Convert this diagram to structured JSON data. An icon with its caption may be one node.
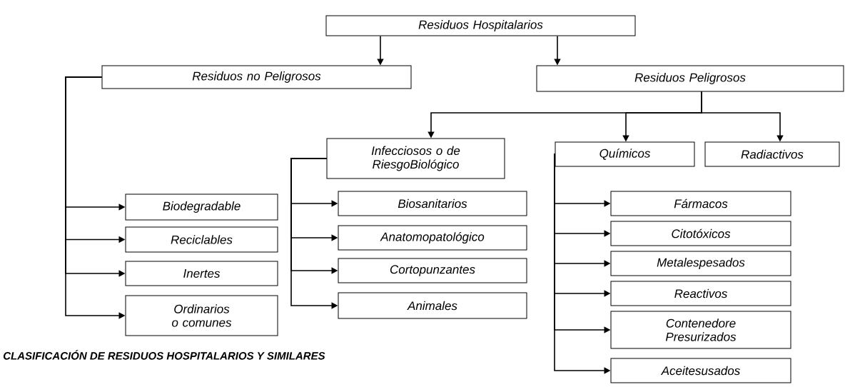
{
  "diagram": {
    "caption": "CLASIFICACIÓN DE RESIDUOS HOSPITALARIOS Y SIMILARES",
    "nodes": [
      {
        "text": [
          "Residuos Hospitalarios"
        ]
      },
      {
        "text": [
          "Residuos no Peligrosos"
        ]
      },
      {
        "text": [
          "Residuos Peligrosos"
        ]
      },
      {
        "text": [
          "Infecciosos o de RiesgoBiológico"
        ]
      },
      {
        "text": [
          "Químicos"
        ]
      },
      {
        "text": [
          "Radiactivos"
        ]
      },
      {
        "text": [
          "Biodegradable"
        ]
      },
      {
        "text": [
          "Reciclables"
        ]
      },
      {
        "text": [
          "Inertes"
        ]
      },
      {
        "text": [
          "Ordinarios o comunes"
        ]
      },
      {
        "text": [
          "Biosanitarios"
        ]
      },
      {
        "text": [
          "Anatomopatológico"
        ]
      },
      {
        "text": [
          "Cortopunzantes"
        ]
      },
      {
        "text": [
          "Animales"
        ]
      },
      {
        "text": [
          "Fármacos"
        ]
      },
      {
        "text": [
          "Citotóxicos"
        ]
      },
      {
        "text": [
          "Metalespesados"
        ]
      },
      {
        "text": [
          "Reactivos"
        ]
      },
      {
        "text": [
          "Contenedore Presurizados"
        ]
      },
      {
        "text": [
          "Aceitesusados"
        ]
      }
    ],
    "edges": [
      {
        "from": 0,
        "to": 1,
        "arrow": "to"
      },
      {
        "from": 0,
        "to": 2,
        "arrow": "to"
      },
      {
        "from": 1,
        "to": 6,
        "arrow": "to"
      },
      {
        "from": 1,
        "to": 7,
        "arrow": "to"
      },
      {
        "from": 1,
        "to": 8,
        "arrow": "to"
      },
      {
        "from": 1,
        "to": 9,
        "arrow": "to"
      },
      {
        "from": 2,
        "to": 3,
        "arrow": "to"
      },
      {
        "from": 2,
        "to": 4,
        "arrow": "to"
      },
      {
        "from": 2,
        "to": 5,
        "arrow": "to"
      },
      {
        "from": 3,
        "to": 10,
        "arrow": "to"
      },
      {
        "from": 3,
        "to": 11,
        "arrow": "to"
      },
      {
        "from": 3,
        "to": 12,
        "arrow": "to"
      },
      {
        "from": 3,
        "to": 13,
        "arrow": "to"
      },
      {
        "from": 4,
        "to": 14,
        "arrow": "to"
      },
      {
        "from": 4,
        "to": 15,
        "arrow": "to"
      },
      {
        "from": 4,
        "to": 16,
        "arrow": "to"
      },
      {
        "from": 4,
        "to": 17,
        "arrow": "to"
      },
      {
        "from": 4,
        "to": 18,
        "arrow": "to"
      },
      {
        "from": 4,
        "to": 19,
        "arrow": "to"
      }
    ]
  }
}
